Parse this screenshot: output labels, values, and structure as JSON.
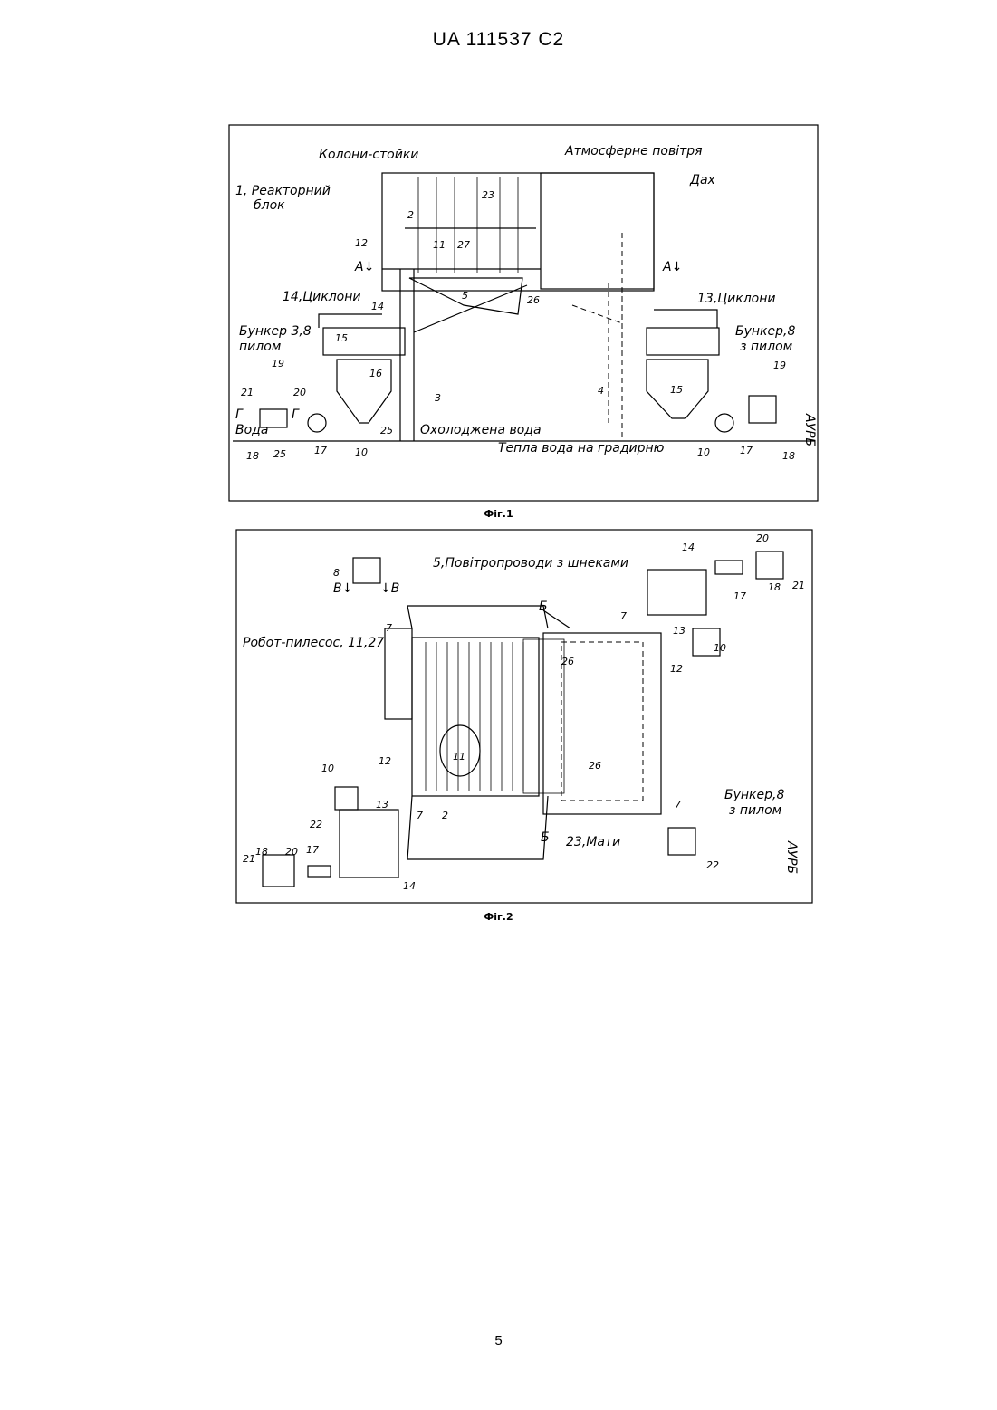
{
  "header": {
    "patent_number": "UA   111537   C2"
  },
  "figure1": {
    "caption": "Фіг.1",
    "labels": {
      "columns": "Колони-стойки",
      "air": "Атмосферне повітря",
      "roof": "Дах",
      "reactor_1": "1, Реакторний",
      "reactor_2": "блок",
      "cyclones_14": "14,Циклони",
      "cyclones_13": "13,Циклони",
      "bunker3_1": "Бункер 3,8",
      "bunker3_2": "пилом",
      "bunker8_1": "Бункер,8",
      "bunker8_2": "з пилом",
      "cooled_water": "Охолоджена вода",
      "warm_water": "Тепла вода на градирню",
      "water": "Вода",
      "g_left": "Г",
      "g_right": "Г",
      "section_a_left": "А↓",
      "section_a_right": "А↓",
      "stamp": "АУРБ"
    },
    "numbers": {
      "n2": "2",
      "n23": "23",
      "n12": "12",
      "n11": "11",
      "n27": "27",
      "n5": "5",
      "n26": "26",
      "n14": "14",
      "n15": "15",
      "n16": "16",
      "n3": "3",
      "n4": "4",
      "n19a": "19",
      "n21": "21",
      "n20": "20",
      "n18a": "18",
      "n25a": "25",
      "n17a": "17",
      "n10a": "10",
      "n25b": "25",
      "n15b": "15",
      "n19b": "19",
      "n10b": "10",
      "n17b": "17",
      "n18b": "18"
    }
  },
  "figure2": {
    "caption": "Фіг.2",
    "labels": {
      "ducts": "5,Повітропроводи з шнеками",
      "robot": "Робот-пилесос, 11,27",
      "mats": "23,Мати",
      "bunker8_1": "Бункер,8",
      "bunker8_2": "з пилом",
      "section_b_top": "Б",
      "section_b_bottom": "Б",
      "b_left": "В↓",
      "b_right": "↓В",
      "stamp": "АУРБ"
    },
    "numbers": {
      "n8": "8",
      "n7a": "7",
      "n7b": "7",
      "n7c": "7",
      "n7d": "7",
      "n14a": "14",
      "n13a": "13",
      "n20a": "20",
      "n17a": "17",
      "n18a": "18",
      "n21a": "21",
      "n10a": "10",
      "n12a": "12",
      "n26a": "26",
      "n26b": "26",
      "n12b": "12",
      "n10b": "10",
      "n13b": "13",
      "n22a": "22",
      "n2": "2",
      "n18b": "18",
      "n20b": "20",
      "n21b": "21",
      "n17b": "17",
      "n14b": "14",
      "n22b": "22",
      "n11": "11"
    }
  },
  "page_number": "5"
}
